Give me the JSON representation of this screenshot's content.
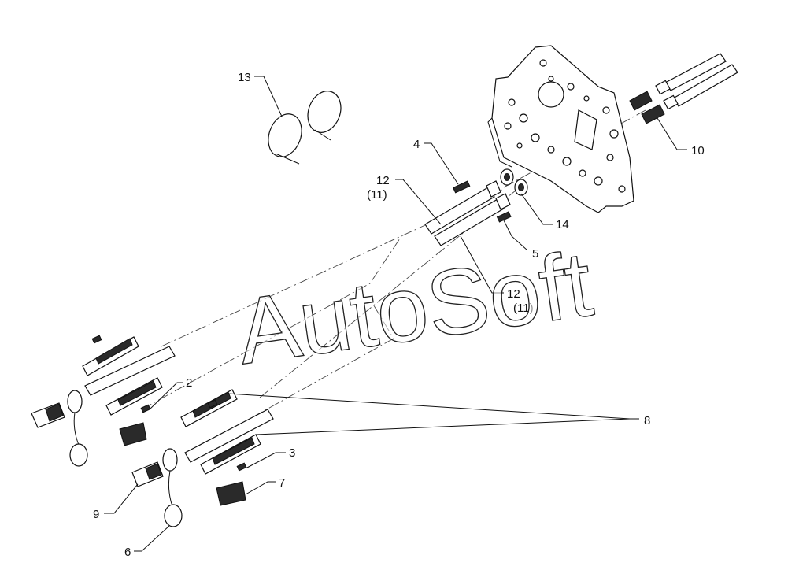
{
  "watermark": "AutoSoft",
  "callouts": {
    "c13": "13",
    "c4": "4",
    "c12_top": "12",
    "c11_top": "(11)",
    "c10": "10",
    "c14": "14",
    "c5": "5",
    "c12_mid": "12",
    "c11_mid": "(11)",
    "c2": "2",
    "c8": "8",
    "c3": "3",
    "c7": "7",
    "c9": "9",
    "c6": "6"
  }
}
